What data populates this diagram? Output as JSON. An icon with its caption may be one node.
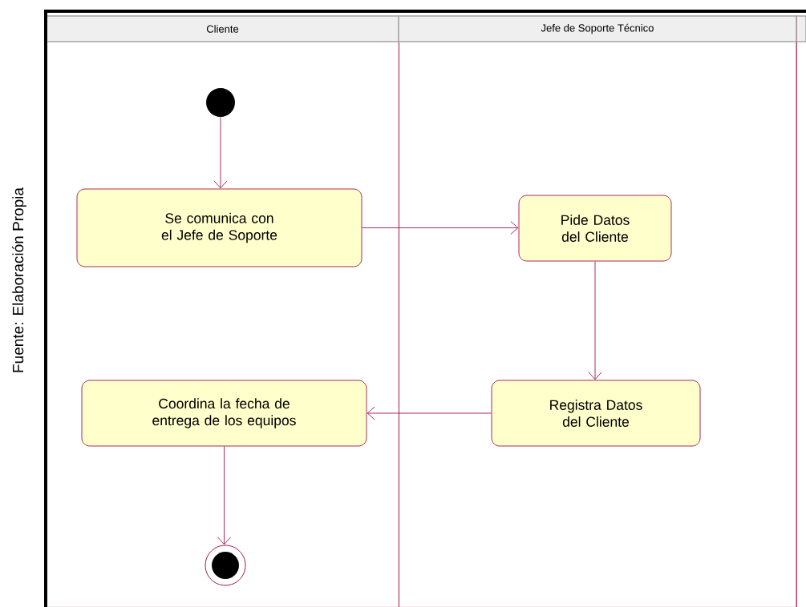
{
  "diagram": {
    "nodes": [
      {
        "text": [
          "Cliente"
        ]
      },
      {
        "text": [
          "Jefe de Soporte Técnico"
        ]
      },
      {
        "text": [],
        "shape": "circle",
        "in": 0
      },
      {
        "text": [
          "Se comunica con el Jefe de Soporte"
        ],
        "in": 0
      },
      {
        "text": [
          "Pide Datos del Cliente"
        ],
        "in": 1
      },
      {
        "text": [
          "Registra Datos del Cliente"
        ],
        "in": 1
      },
      {
        "text": [
          "Coordina la fecha de entrega de los equipos"
        ],
        "in": 0
      },
      {
        "text": [],
        "shape": "circle",
        "in": 0
      }
    ],
    "edges": [
      {
        "from": 2,
        "to": 3,
        "arrow": "to"
      },
      {
        "from": 3,
        "to": 4,
        "arrow": "to"
      },
      {
        "from": 4,
        "to": 5,
        "arrow": "to"
      },
      {
        "from": 5,
        "to": 6,
        "arrow": "to"
      },
      {
        "from": 6,
        "to": 7,
        "arrow": "to"
      }
    ],
    "labels": [
      "Fuente: Elaboración Propia"
    ]
  }
}
